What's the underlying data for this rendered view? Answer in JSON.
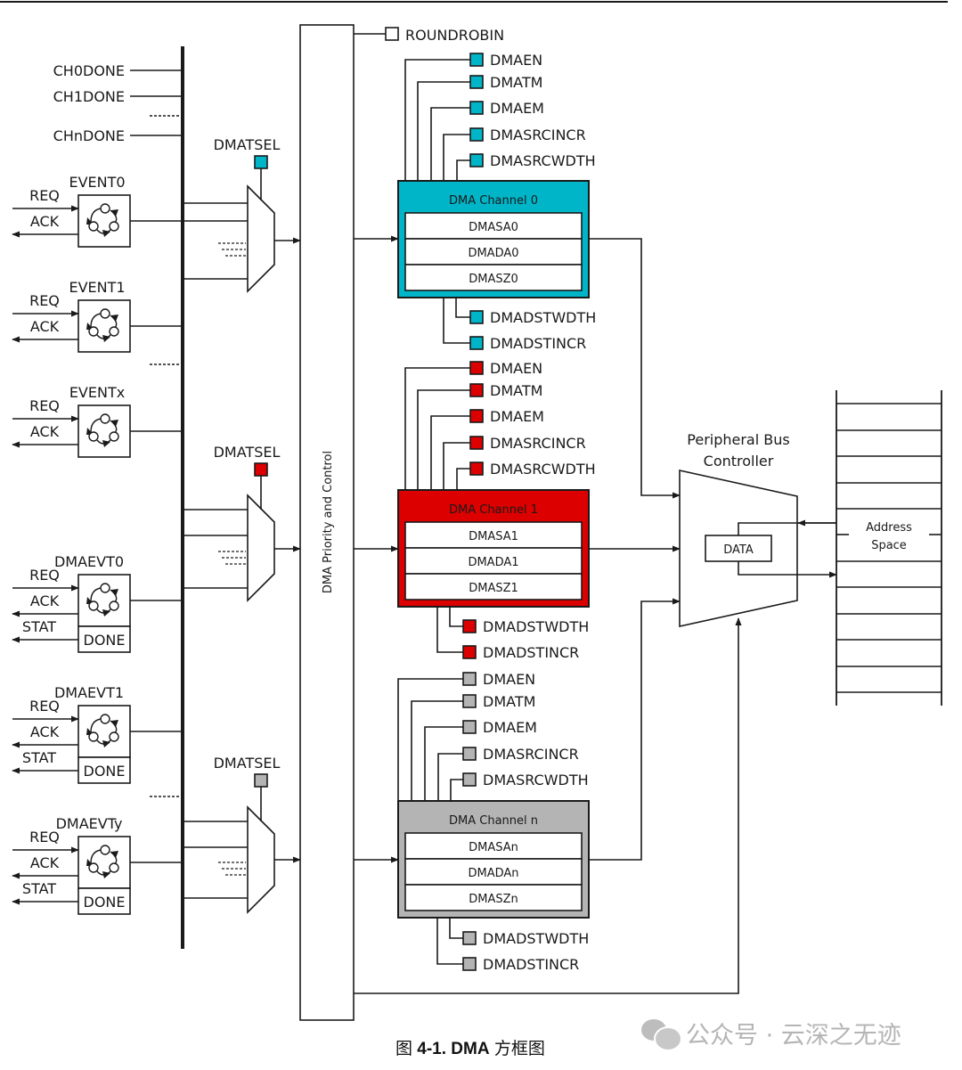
{
  "header_rule": true,
  "colors": {
    "channel0": "#00b5c8",
    "channel1": "#dc0000",
    "channeln": "#b4b4b4",
    "line": "#1a1a1a"
  },
  "done_signals": [
    "CH0DONE",
    "CH1DONE",
    "CHnDONE"
  ],
  "events": [
    {
      "name": "EVENT0",
      "req": "REQ",
      "ack": "ACK"
    },
    {
      "name": "EVENT1",
      "req": "REQ",
      "ack": "ACK"
    },
    {
      "name": "EVENTx",
      "req": "REQ",
      "ack": "ACK"
    },
    {
      "name": "DMAEVT0",
      "req": "REQ",
      "ack": "ACK",
      "stat": "STAT",
      "done": "DONE"
    },
    {
      "name": "DMAEVT1",
      "req": "REQ",
      "ack": "ACK",
      "stat": "STAT",
      "done": "DONE"
    },
    {
      "name": "DMAEVTy",
      "req": "REQ",
      "ack": "ACK",
      "stat": "STAT",
      "done": "DONE"
    }
  ],
  "mux_labels": [
    "DMATSEL",
    "DMATSEL",
    "DMATSEL"
  ],
  "priority_block": "DMA Priority and Control",
  "roundrobin": "ROUNDROBIN",
  "channels": [
    {
      "title": "DMA Channel 0",
      "registers": [
        "DMASA0",
        "DMADA0",
        "DMASZ0"
      ],
      "top_bits": [
        "DMAEN",
        "DMATM",
        "DMAEM",
        "DMASRCINCR",
        "DMASRCWDTH"
      ],
      "bottom_bits": [
        "DMADSTWDTH",
        "DMADSTINCR"
      ]
    },
    {
      "title": "DMA Channel 1",
      "registers": [
        "DMASA1",
        "DMADA1",
        "DMASZ1"
      ],
      "top_bits": [
        "DMAEN",
        "DMATM",
        "DMAEM",
        "DMASRCINCR",
        "DMASRCWDTH"
      ],
      "bottom_bits": [
        "DMADSTWDTH",
        "DMADSTINCR"
      ]
    },
    {
      "title": "DMA Channel n",
      "registers": [
        "DMASAn",
        "DMADAn",
        "DMASZn"
      ],
      "top_bits": [
        "DMAEN",
        "DMATM",
        "DMAEM",
        "DMASRCINCR",
        "DMASRCWDTH"
      ],
      "bottom_bits": [
        "DMADSTWDTH",
        "DMADSTINCR"
      ]
    }
  ],
  "bus_controller": {
    "title_line1": "Peripheral Bus",
    "title_line2": "Controller",
    "data": "DATA"
  },
  "address_space": {
    "line1": "Address",
    "line2": "Space"
  },
  "caption": {
    "prefix": "图 ",
    "bold": "4-1. DMA",
    "suffix": " 方框图"
  },
  "watermark": "公众号 · 云深之无迹"
}
